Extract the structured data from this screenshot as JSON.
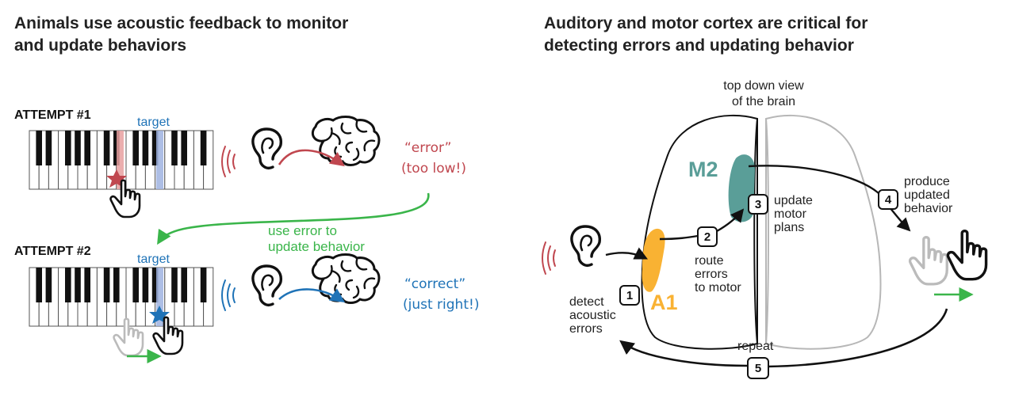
{
  "left_panel": {
    "title_line1": "Animals use acoustic feedback to monitor",
    "title_line2": "and update behaviors",
    "attempt1": {
      "label": "ATTEMPT #1",
      "target_label": "target",
      "feedback_line1": "“error”",
      "feedback_line2": "(too low!)"
    },
    "attempt2": {
      "label": "ATTEMPT #2",
      "target_label": "target",
      "feedback_line1": "“correct”",
      "feedback_line2": "(just right!)"
    },
    "transition_line1": "use error to",
    "transition_line2": "update behavior"
  },
  "right_panel": {
    "title_line1": "Auditory and motor cortex are critical for",
    "title_line2": "detecting errors and updating behavior",
    "brain_caption_line1": "top down view",
    "brain_caption_line2": "of the brain",
    "region_m2": "M2",
    "region_a1": "A1",
    "steps": [
      {
        "number": "1",
        "lines": [
          "detect",
          "acoustic",
          "errors"
        ]
      },
      {
        "number": "2",
        "lines": [
          "route",
          "errors",
          "to motor"
        ]
      },
      {
        "number": "3",
        "lines": [
          "update",
          "motor",
          "plans"
        ]
      },
      {
        "number": "4",
        "lines": [
          "produce",
          "updated",
          "behavior"
        ]
      },
      {
        "number": "5",
        "lines": [
          "repeat"
        ]
      }
    ]
  },
  "colors": {
    "error_red": "#c0474f",
    "correct_blue": "#1f73b7",
    "transition_green": "#3ab54a",
    "a1_orange": "#f9b233",
    "m2_teal": "#5a9e98",
    "target_key_blue": "#9fb3e0",
    "error_key_red": "#e8a0a0"
  },
  "icons": [
    "piano-keyboard",
    "pointing-hand-icon",
    "star-icon",
    "sound-waves-icon",
    "ear-icon",
    "brain-icon",
    "brain-top-view"
  ]
}
